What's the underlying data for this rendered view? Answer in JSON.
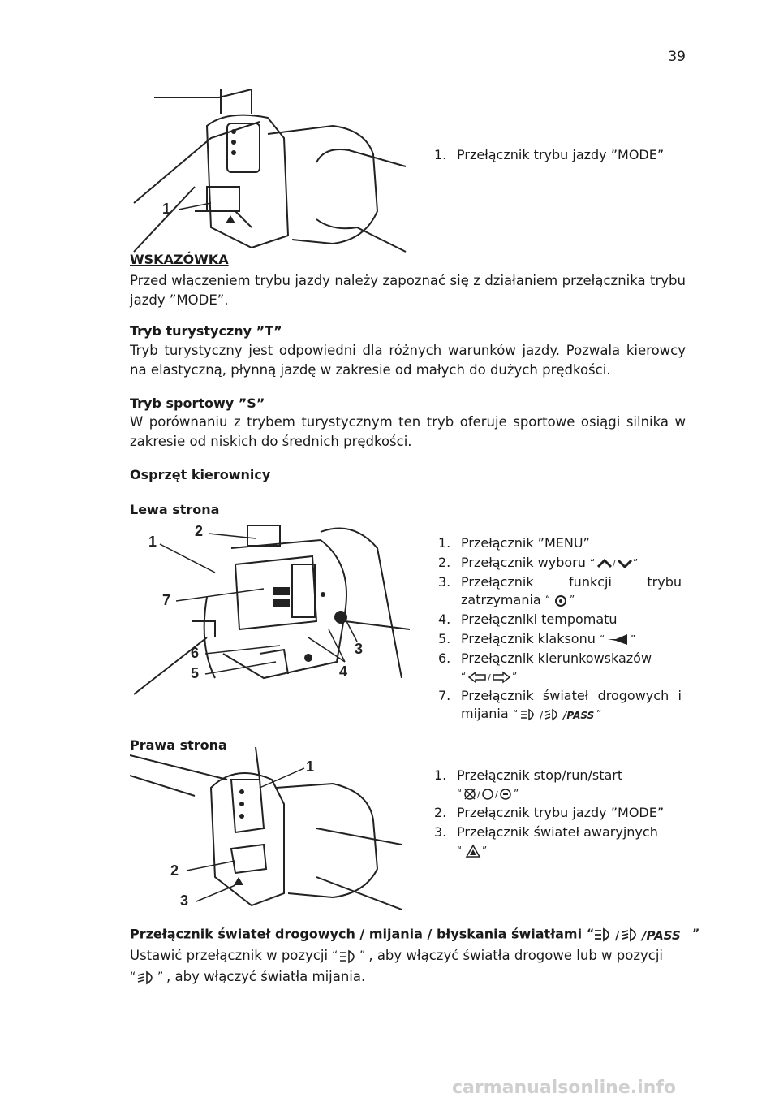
{
  "page_number": "39",
  "figure1": {
    "callouts": [
      "1"
    ]
  },
  "caption1": [
    {
      "n": "1.",
      "text": "Przełącznik trybu jazdy ”MODE”"
    }
  ],
  "note": {
    "title": "WSKAZÓWKA",
    "text": "Przed włączeniem trybu jazdy należy zapoznać się z działaniem przełącznika trybu jazdy ”MODE”."
  },
  "tourist": {
    "title": "Tryb turystyczny ”T”",
    "text": "Tryb turystyczny jest odpowiedni dla różnych warunków jazdy. Pozwala kierowcy na elastyczną, płynną jazdę w zakresie od małych do dużych prędkości."
  },
  "sport": {
    "title": "Tryb sportowy ”S”",
    "text": "W porównaniu z trybem turystycznym ten tryb oferuje sportowe osiągi silnika w zakresie od niskich do średnich prędkości."
  },
  "handlebar_heading": "Osprzęt kierownicy",
  "left_side": {
    "title": "Lewa strona",
    "callouts": [
      "1",
      "2",
      "7",
      "6",
      "5",
      "4",
      "3"
    ],
    "items": [
      {
        "n": "1.",
        "text": "Przełącznik ”MENU”"
      },
      {
        "n": "2.",
        "text": "Przełącznik wyboru"
      },
      {
        "n": "3.",
        "text": "Przełącznik funkcji trybu zatrzymania"
      },
      {
        "n": "4.",
        "text": "Przełączniki tempomatu"
      },
      {
        "n": "5.",
        "text": "Przełącznik klaksonu"
      },
      {
        "n": "6.",
        "text": "Przełącznik kierunkowskazów"
      },
      {
        "n": "7.",
        "text": "Przełącznik świateł drogowych i mijania"
      }
    ],
    "pass_label": "/PASS"
  },
  "right_side": {
    "title": "Prawa strona",
    "callouts": [
      "1",
      "2",
      "3"
    ],
    "items": [
      {
        "n": "1.",
        "text": "Przełącznik stop/run/start"
      },
      {
        "n": "2.",
        "text": "Przełącznik trybu jazdy ”MODE”"
      },
      {
        "n": "3.",
        "text": "Przełącznik świateł awaryjnych"
      }
    ]
  },
  "beam": {
    "title": "Przełącznik świateł drogowych / mijania / błyskania światłami",
    "pass_label": "/PASS",
    "text_a": "Ustawić przełącznik w pozycji",
    "text_b": ", aby włączyć światła drogowe lub w pozycji",
    "text_c": ", aby włączyć światła mijania."
  },
  "footer": "carmanualsonline.info",
  "icons": [
    "high-beam-icon",
    "low-beam-icon",
    "up-arrow-icon",
    "down-arrow-icon",
    "gear-icon",
    "horn-icon",
    "left-turn-icon",
    "right-turn-icon",
    "stop-icon",
    "run-icon",
    "start-icon",
    "hazard-icon"
  ]
}
